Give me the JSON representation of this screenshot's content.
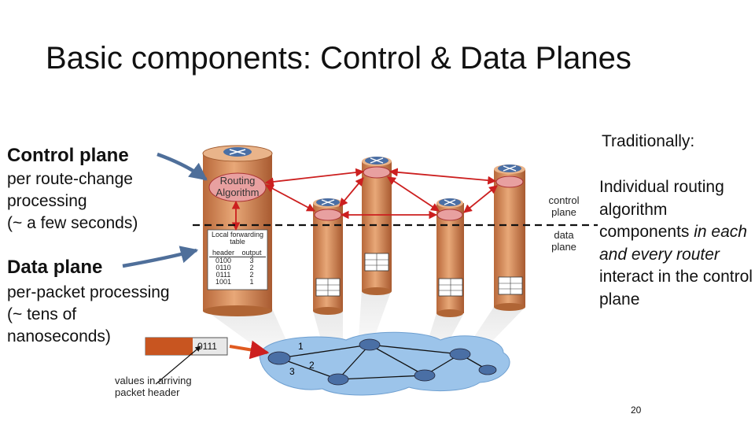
{
  "slide": {
    "title": "Basic components: Control & Data Planes",
    "page_number": "20"
  },
  "left": {
    "control_heading": "Control plane",
    "control_desc": "per route-change\nprocessing\n(~ a few seconds)",
    "data_heading": "Data plane",
    "data_desc": "per-packet processing\n(~ tens of\nnanoseconds)",
    "packet_value": "0111",
    "packet_caption": "values in arriving\npacket header"
  },
  "right": {
    "traditionally": "Traditionally:",
    "desc_1": "Individual routing algorithm components ",
    "desc_em_1": "in each and every router",
    "desc_2": " interact in the control plane"
  },
  "diagram": {
    "routing_algorithm": "Routing\nAlgorithm",
    "control_plane_label": "control\nplane",
    "data_plane_label": "data\nplane",
    "table_title": "Local forwarding\ntable",
    "table_headers": [
      "header",
      "output"
    ],
    "table_rows": [
      [
        "0100",
        "3"
      ],
      [
        "0110",
        "2"
      ],
      [
        "0111",
        "2"
      ],
      [
        "1001",
        "1"
      ]
    ],
    "link_labels": [
      "1",
      "2",
      "3"
    ]
  },
  "colors": {
    "arrow_red": "#cc1f1f",
    "cylinder_orange": "#d98a52",
    "router_blue": "#4a6fa5",
    "callout_arrow": "#4f6f9a"
  }
}
